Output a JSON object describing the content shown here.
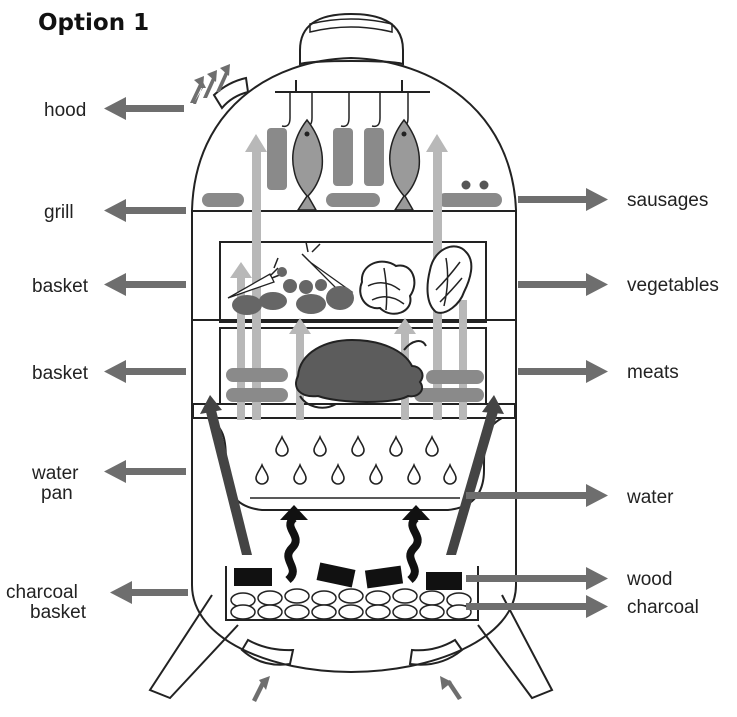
{
  "title": "Option 1",
  "left_labels": {
    "hood": "hood",
    "grill": "grill",
    "basket_top": "basket",
    "basket_bottom": "basket",
    "water_pan_1": "water",
    "water_pan_2": "pan",
    "charcoal_basket_1": "charcoal",
    "charcoal_basket_2": "basket"
  },
  "right_labels": {
    "sausages": "sausages",
    "vegetables": "vegetables",
    "meats": "meats",
    "water": "water",
    "wood": "wood",
    "charcoal": "charcoal"
  },
  "colors": {
    "outline": "#222222",
    "arrow": "#6e6e6e",
    "smoke": "#b8b8b8",
    "food": "#7a7a7a",
    "dark": "#111111"
  },
  "icons": [
    "arrow-left-icon",
    "arrow-right-icon",
    "smoke-arrow-icon",
    "heat-wave-icon",
    "water-drop-icon",
    "fish-icon",
    "chicken-icon",
    "lettuce-icon",
    "carrot-icon"
  ]
}
